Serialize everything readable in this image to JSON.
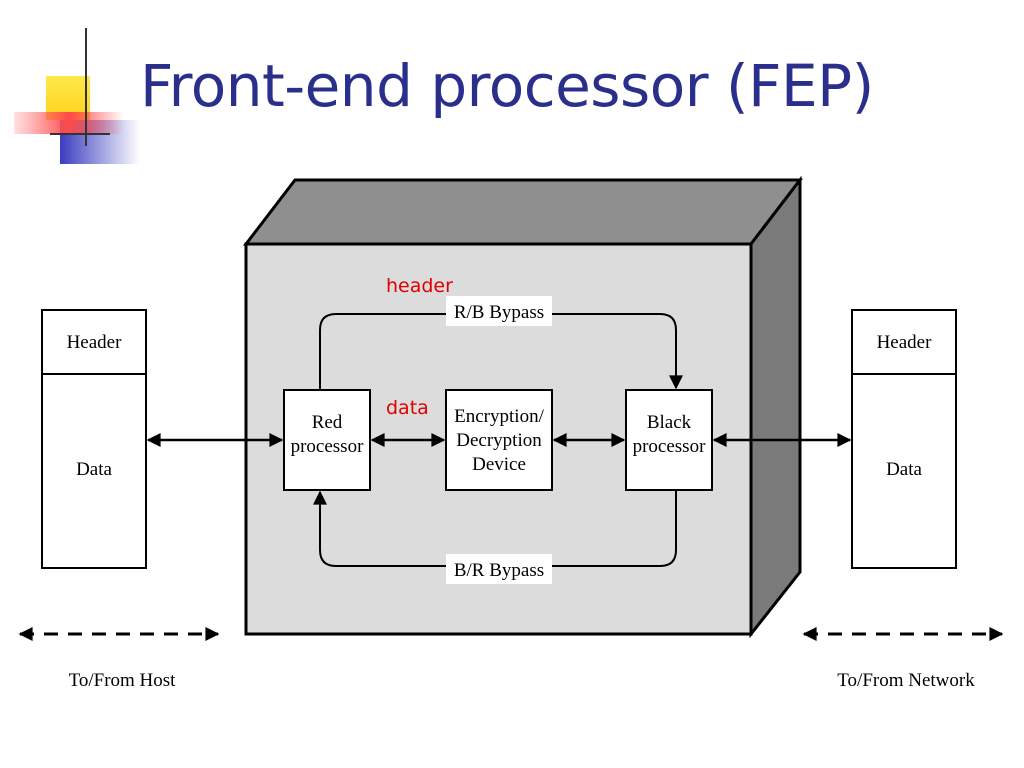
{
  "slide": {
    "title": "Front-end processor (FEP)"
  },
  "diagram": {
    "host_packet": {
      "header": "Header",
      "data": "Data"
    },
    "network_packet": {
      "header": "Header",
      "data": "Data"
    },
    "red_processor": {
      "line1": "Red",
      "line2": "processor"
    },
    "crypto_device": {
      "line1": "Encryption/",
      "line2": "Decryption",
      "line3": "Device"
    },
    "black_processor": {
      "line1": "Black",
      "line2": "processor"
    },
    "rb_bypass": "R/B Bypass",
    "br_bypass": "B/R Bypass",
    "annotation_header": "header",
    "annotation_data": "data",
    "host_caption": "To/From Host",
    "network_caption": "To/From Network",
    "colors": {
      "title": "#2b2f8c",
      "annotation": "#e00000",
      "box_front": "#dcdcdc",
      "box_top": "#8f8f8f",
      "box_side": "#7a7a7a"
    }
  }
}
